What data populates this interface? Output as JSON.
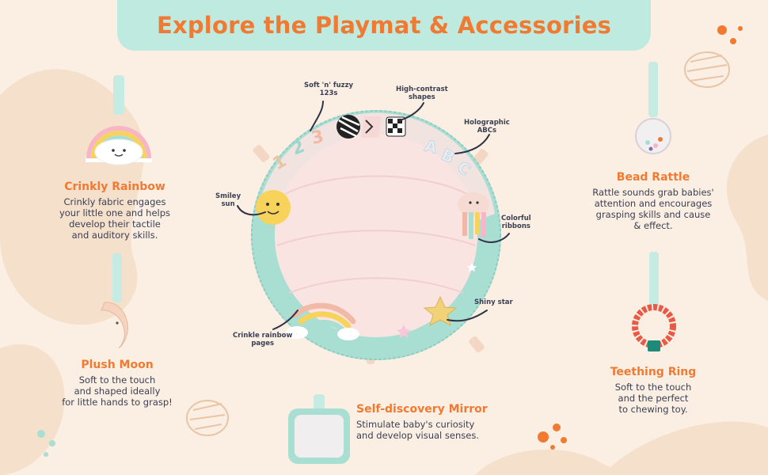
{
  "header": {
    "title": "Explore the Playmat & Accessories"
  },
  "features": {
    "crinkly_rainbow": {
      "title": "Crinkly Rainbow",
      "lines": [
        "Crinkly fabric engages",
        "your little one and helps",
        "develop their tactile",
        "and auditory skills."
      ]
    },
    "plush_moon": {
      "title": "Plush Moon",
      "lines": [
        "Soft to the touch",
        "and shaped ideally",
        "for little hands to grasp!"
      ]
    },
    "bead_rattle": {
      "title": "Bead Rattle",
      "lines": [
        "Rattle sounds grab babies'",
        "attention and encourages",
        "grasping skills and cause",
        "& effect."
      ]
    },
    "teething_ring": {
      "title": "Teething Ring",
      "lines": [
        "Soft to the touch",
        "and the perfect",
        "to chewing toy."
      ]
    },
    "mirror": {
      "title": "Self-discovery Mirror",
      "lines": [
        "Stimulate baby's curiosity",
        "and develop visual senses."
      ]
    }
  },
  "callouts": {
    "numbers": [
      "Soft 'n' fuzzy",
      "123s"
    ],
    "shapes": [
      "High-contrast",
      "shapes"
    ],
    "abcs": [
      "Holographic",
      "ABCs"
    ],
    "sun": [
      "Smiley",
      "sun"
    ],
    "ribbons": [
      "Colorful",
      "ribbons"
    ],
    "star": [
      "Shiny star"
    ],
    "pages": [
      "Crinkle rainbow",
      "pages"
    ]
  },
  "colors": {
    "accent": "#f07a32",
    "banner": "#bfeadf",
    "background": "#fbefe4",
    "mint": "#a9ded3",
    "text": "#3a3f52"
  }
}
